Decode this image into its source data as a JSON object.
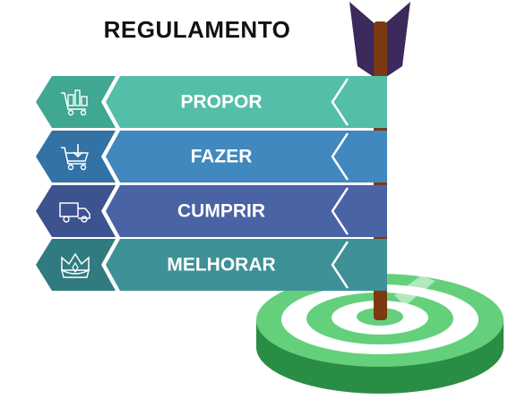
{
  "title": "REGULAMENTO",
  "steps": [
    {
      "label": "PROPOR",
      "icon": "shopping-cart-icon",
      "color": "#54bfa9",
      "shade": "#3fa792"
    },
    {
      "label": "FAZER",
      "icon": "cart-download-icon",
      "color": "#4088bd",
      "shade": "#3272a4"
    },
    {
      "label": "CUMPRIR",
      "icon": "delivery-truck-icon",
      "color": "#4a63a5",
      "shade": "#3c5390"
    },
    {
      "label": "MELHORAR",
      "icon": "crown-icon",
      "color": "#3e9196",
      "shade": "#307b80"
    }
  ],
  "colors": {
    "target_green": "#64d07c",
    "target_white": "#ffffff",
    "target_side": "#2a8d46",
    "pole": "#7b3a12",
    "fletching": "#3b2a5b"
  }
}
